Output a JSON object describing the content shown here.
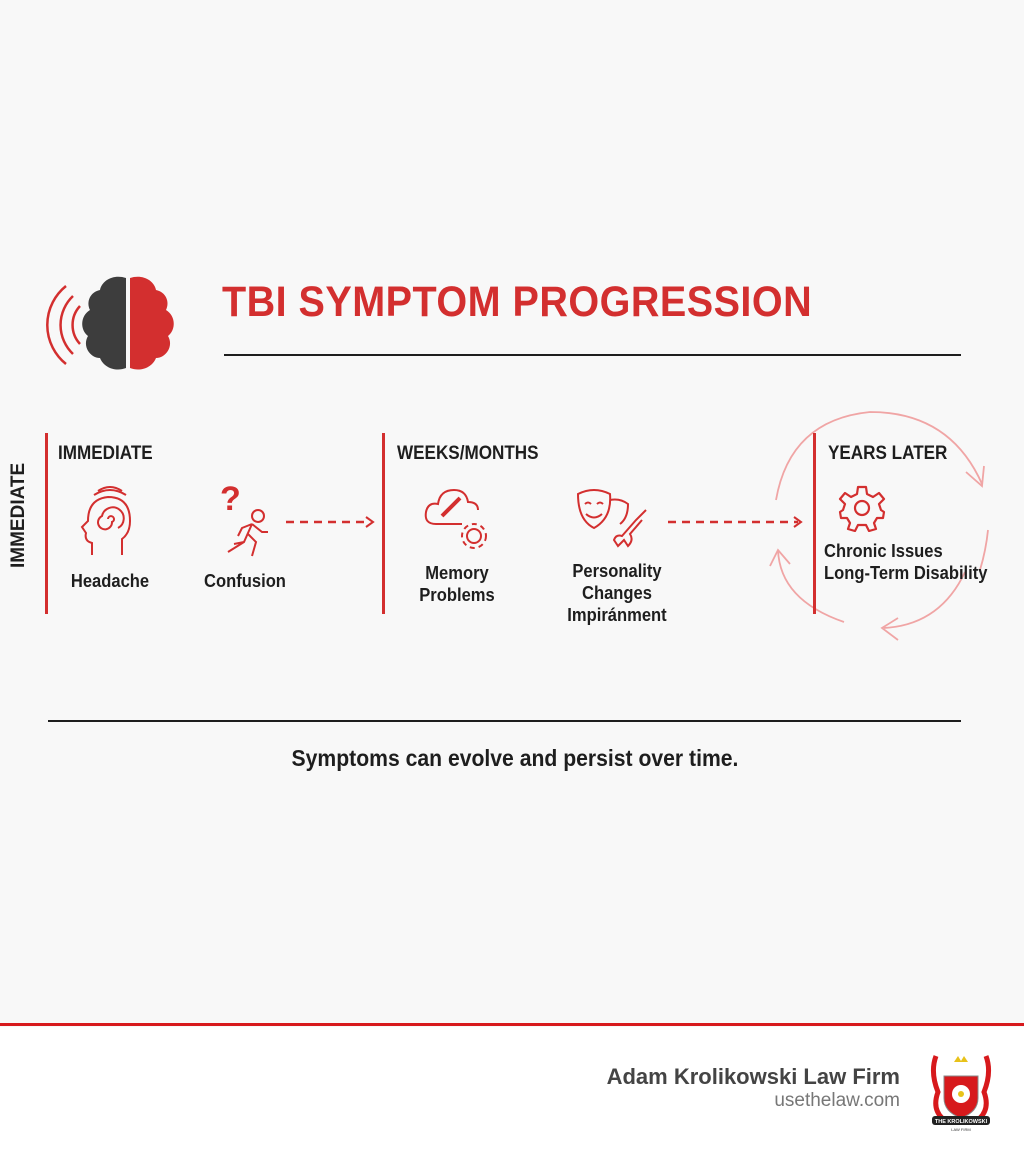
{
  "header": {
    "title": "TBI SYMPTOM PROGRESSION",
    "logo_icon": "brain-signal-icon"
  },
  "side_label": "IMMEDIATE",
  "stages": [
    {
      "heading": "IMMEDIATE",
      "items": [
        {
          "label": "Headache",
          "icon": "head-spiral-icon"
        },
        {
          "label": "Confusion",
          "icon": "question-running-person-icon"
        }
      ]
    },
    {
      "heading": "WEEKS/MONTHS",
      "items": [
        {
          "label_lines": [
            "Memory",
            "Problems"
          ],
          "icon": "cloud-link-gear-icon"
        },
        {
          "label_lines": [
            "Personality",
            "Changes",
            "Impiránment"
          ],
          "icon": "masks-wrench-icon"
        }
      ]
    },
    {
      "heading": "YEARS LATER",
      "items": [
        {
          "label_lines": [
            "Chronic Issues",
            "Long-Term Disability"
          ],
          "icon": "gear-icon"
        }
      ]
    }
  ],
  "caption": "Symptoms can evolve and persist over time.",
  "footer": {
    "firm": "Adam Krolikowski Law Firm",
    "url": "usethelaw.com",
    "logo_text": "THE KROLIKOWSKI LAW FIRM"
  },
  "colors": {
    "accent": "#d32f2f",
    "dark": "#3d3d3d",
    "cycle": "#f0a5a5"
  }
}
